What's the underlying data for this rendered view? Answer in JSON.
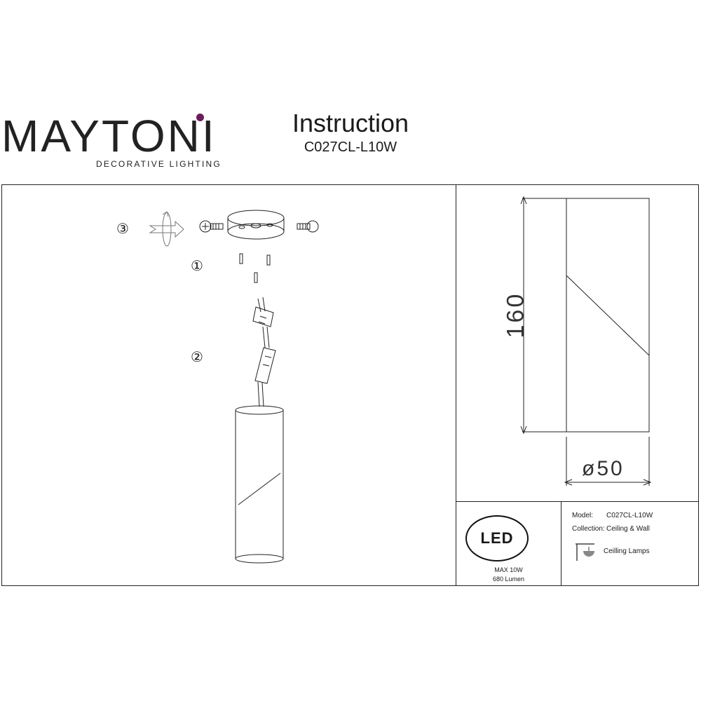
{
  "brand": {
    "name": "MAYTONI",
    "tagline": "DECORATIVE LIGHTING",
    "accent_color": "#6b1d5a"
  },
  "header": {
    "title": "Instruction",
    "model_code": "C027CL-L10W"
  },
  "steps": {
    "step1": "①",
    "step2": "②",
    "step3": "③"
  },
  "dimensions": {
    "height": "160",
    "diameter": "ø50"
  },
  "specs": {
    "badge": "LED",
    "power": "MAX 10W",
    "lumen": "680 Lumen"
  },
  "info": {
    "model_label": "Model:",
    "model_value": "C027CL-L10W",
    "collection_label": "Collection:",
    "collection_value": "Ceiling & Wall",
    "type_label": "Ceilling Lamps",
    "type_icon": "ceiling-lamp-icon"
  }
}
